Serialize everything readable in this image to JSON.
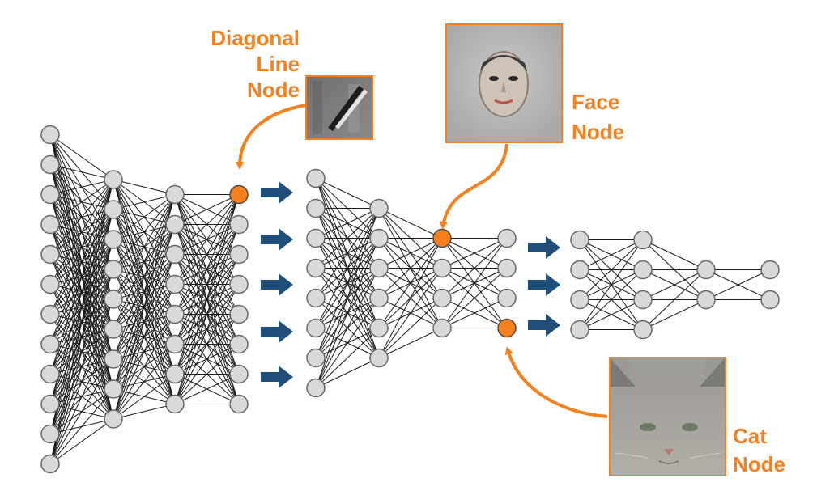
{
  "labels": {
    "diagonal": {
      "line1": "Diagonal",
      "line2": "Line",
      "line3": "Node"
    },
    "face": {
      "line1": "Face",
      "line2": "Node"
    },
    "cat": {
      "line1": "Cat",
      "line2": "Node"
    }
  },
  "colors": {
    "accent": "#f7801e",
    "node_fill": "#d9d9d9",
    "node_stroke": "#666666",
    "edge": "#1a1a1a",
    "arrow": "#1f4e79"
  },
  "networks": [
    {
      "layers": [
        12,
        9,
        8,
        8
      ],
      "highlight": [
        [
          3,
          0
        ]
      ]
    },
    {
      "layers": [
        8,
        6,
        4,
        4
      ],
      "highlight": [
        [
          2,
          0
        ],
        [
          3,
          3
        ]
      ]
    },
    {
      "layers": [
        4,
        4,
        2,
        2
      ],
      "highlight": []
    }
  ],
  "thumbnails": {
    "diagonal": {
      "icon": "diagonal-edge-feature-icon"
    },
    "face": {
      "icon": "face-feature-icon"
    },
    "cat": {
      "icon": "cat-face-feature-icon"
    }
  }
}
